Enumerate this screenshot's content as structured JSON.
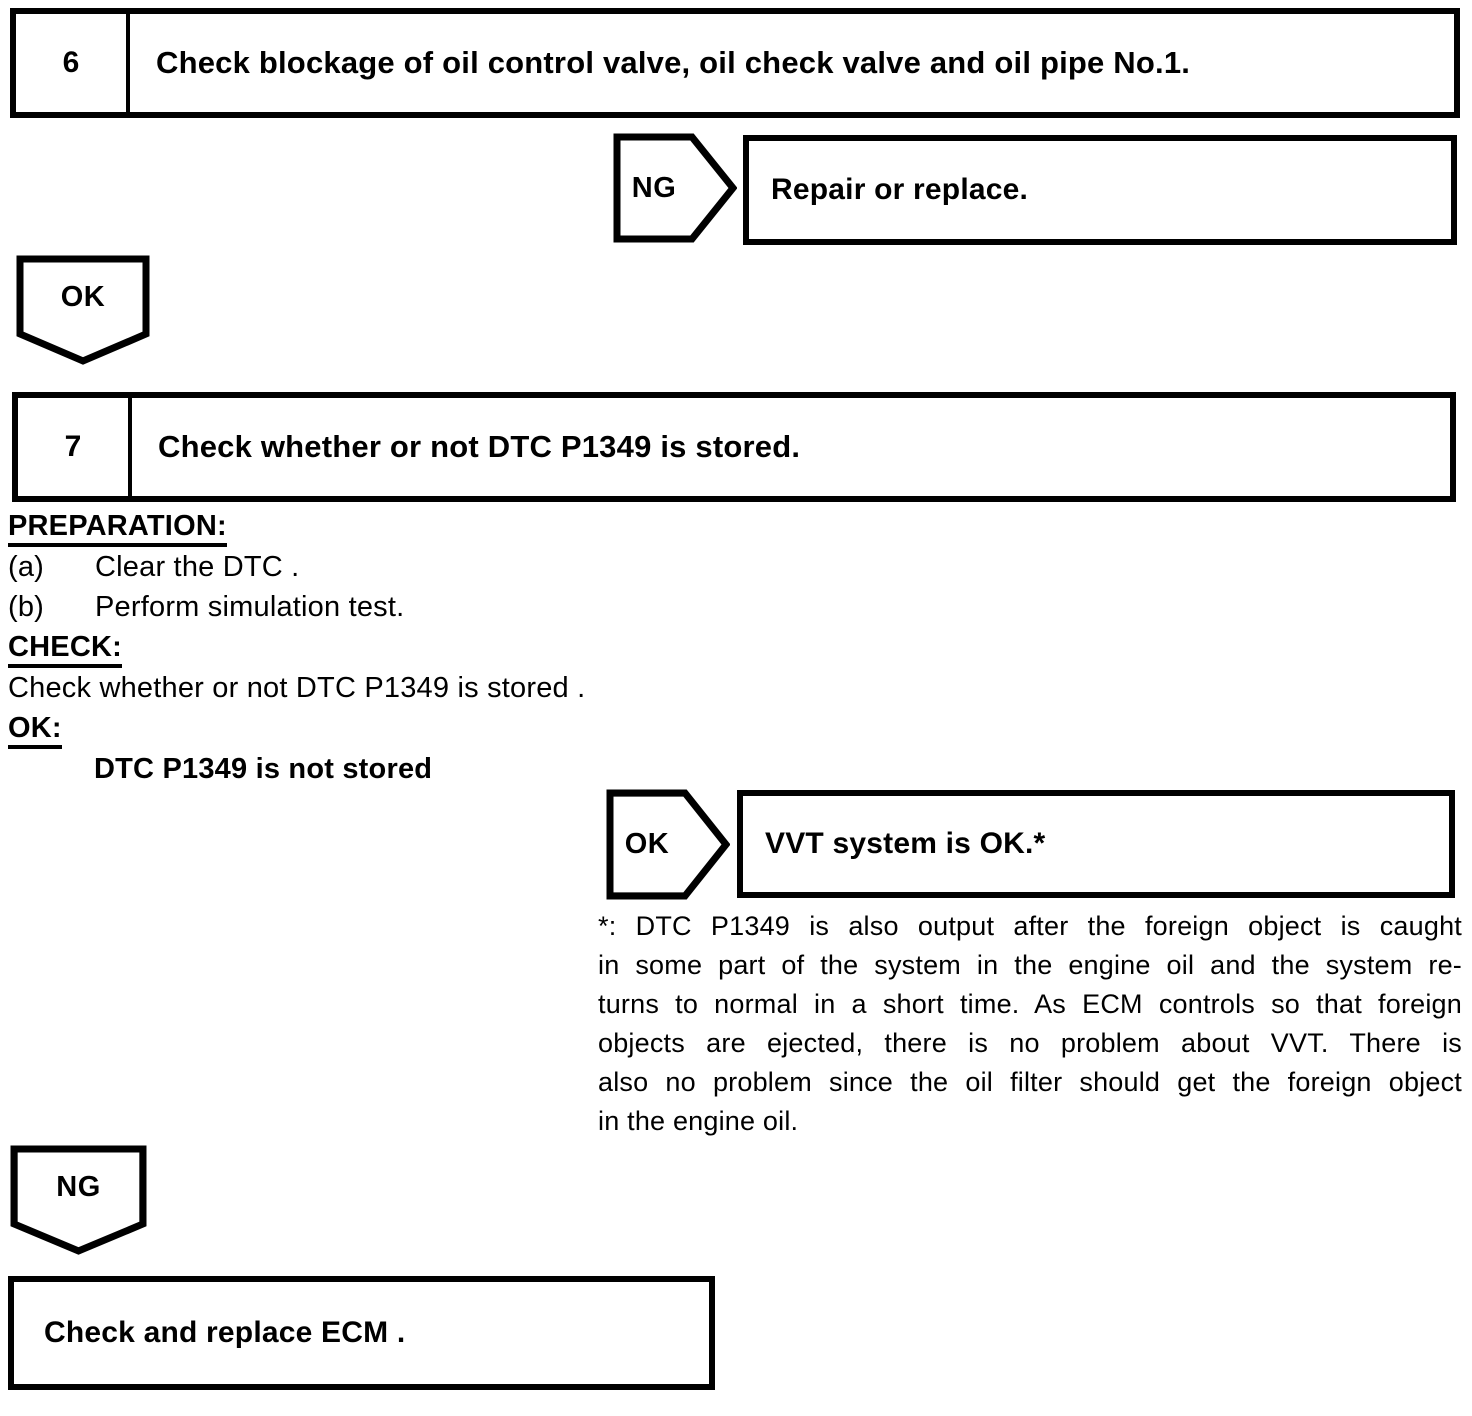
{
  "step6": {
    "number": "6",
    "title": "Check blockage of oil control valve, oil check valve and oil pipe No.1."
  },
  "ng_branch": {
    "label": "NG",
    "action": "Repair or replace."
  },
  "ok_connector": {
    "label": "OK"
  },
  "step7": {
    "number": "7",
    "title": "Check whether or not DTC P1349 is stored."
  },
  "procedure": {
    "preparation_heading": "PREPARATION:",
    "steps": [
      {
        "label": "(a)",
        "text": "Clear the DTC ."
      },
      {
        "label": "(b)",
        "text": "Perform simulation test."
      }
    ],
    "check_heading": "CHECK:",
    "check_text": "Check whether or not DTC P1349 is stored .",
    "ok_heading": "OK:",
    "ok_criteria": "DTC P1349 is not stored"
  },
  "ok_branch": {
    "label": "OK",
    "action": "VVT system is OK.*"
  },
  "footnote": {
    "lines": [
      "*: DTC P1349 is also output after the foreign object is caught",
      "in some part of the system in the engine oil and the system re-",
      "turns to normal in a short time. As ECM controls so that foreign",
      "objects are ejected, there is no problem about VVT. There is",
      "also no problem since the oil filter should get the foreign object",
      "in the engine oil."
    ]
  },
  "ng_connector": {
    "label": "NG"
  },
  "final_action": {
    "text": "Check and replace ECM ."
  }
}
